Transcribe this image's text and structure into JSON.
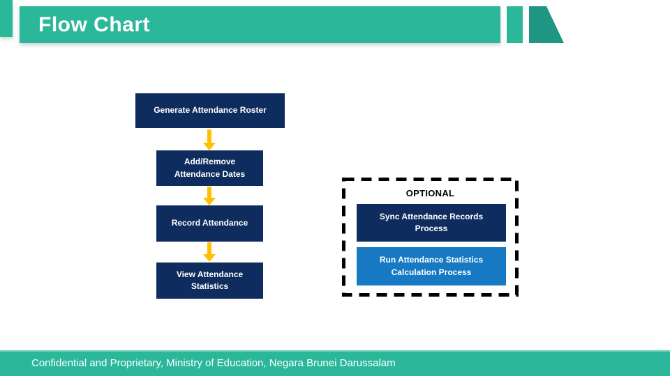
{
  "slide": {
    "title": "Flow Chart",
    "footer": "Confidential and Proprietary, Ministry of Education, Negara Brunei Darussalam"
  },
  "colors": {
    "teal": "#2BB79A",
    "teal_dark": "#1F9583",
    "navy": "#0E2C5E",
    "light_blue": "#1779C4",
    "arrow_gold": "#FFC000",
    "dashed_border": "#000000",
    "text_on_dark": "#FFFFFF",
    "optional_text": "#000000"
  },
  "icons": {
    "flow_arrow": "arrow-down-icon"
  },
  "flowchart": {
    "main_boxes": [
      {
        "label": "Generate Attendance Roster"
      },
      {
        "label": "Add/Remove Attendance Dates"
      },
      {
        "label": "Record Attendance"
      },
      {
        "label": "View Attendance Statistics"
      }
    ],
    "optional_group": {
      "label": "OPTIONAL",
      "boxes": [
        {
          "label": "Sync Attendance Records Process",
          "style": "navy"
        },
        {
          "label": "Run Attendance Statistics Calculation Process",
          "style": "light_blue"
        }
      ]
    }
  }
}
